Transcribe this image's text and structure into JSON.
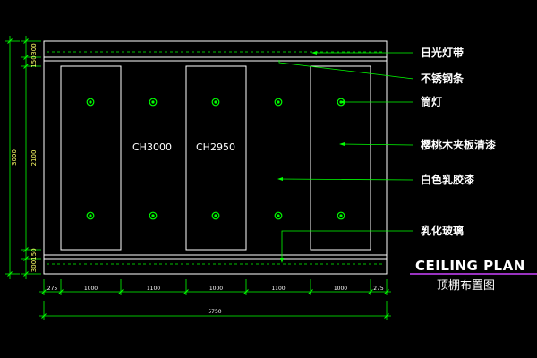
{
  "colors": {
    "background": "#000000",
    "outline": "#ffffff",
    "dimension": "#00ff00",
    "leader": "#00ff00",
    "lamp": "#00ff00"
  },
  "labels": {
    "fluorescent_strip": "日光灯带",
    "stainless_strip": "不锈钢条",
    "downlight": "筒灯",
    "cherry_veneer": "樱桃木夹板清漆",
    "white_latex_paint": "白色乳胶漆",
    "opal_glass": "乳化玻璃"
  },
  "ceiling_heights": {
    "high": "CH3000",
    "low": "CH2950"
  },
  "title": {
    "english": "CEILING PLAN",
    "chinese": "顶棚布置图"
  },
  "dimensions": {
    "bottom_segments": [
      "275",
      "1000",
      "1100",
      "1000",
      "1100",
      "1000",
      "275"
    ],
    "total_width": "5750",
    "left_segments": [
      "300",
      "150",
      "2100",
      "150",
      "300"
    ],
    "total_height": "3000"
  },
  "lamp_icon": "downlight-circle-icon"
}
